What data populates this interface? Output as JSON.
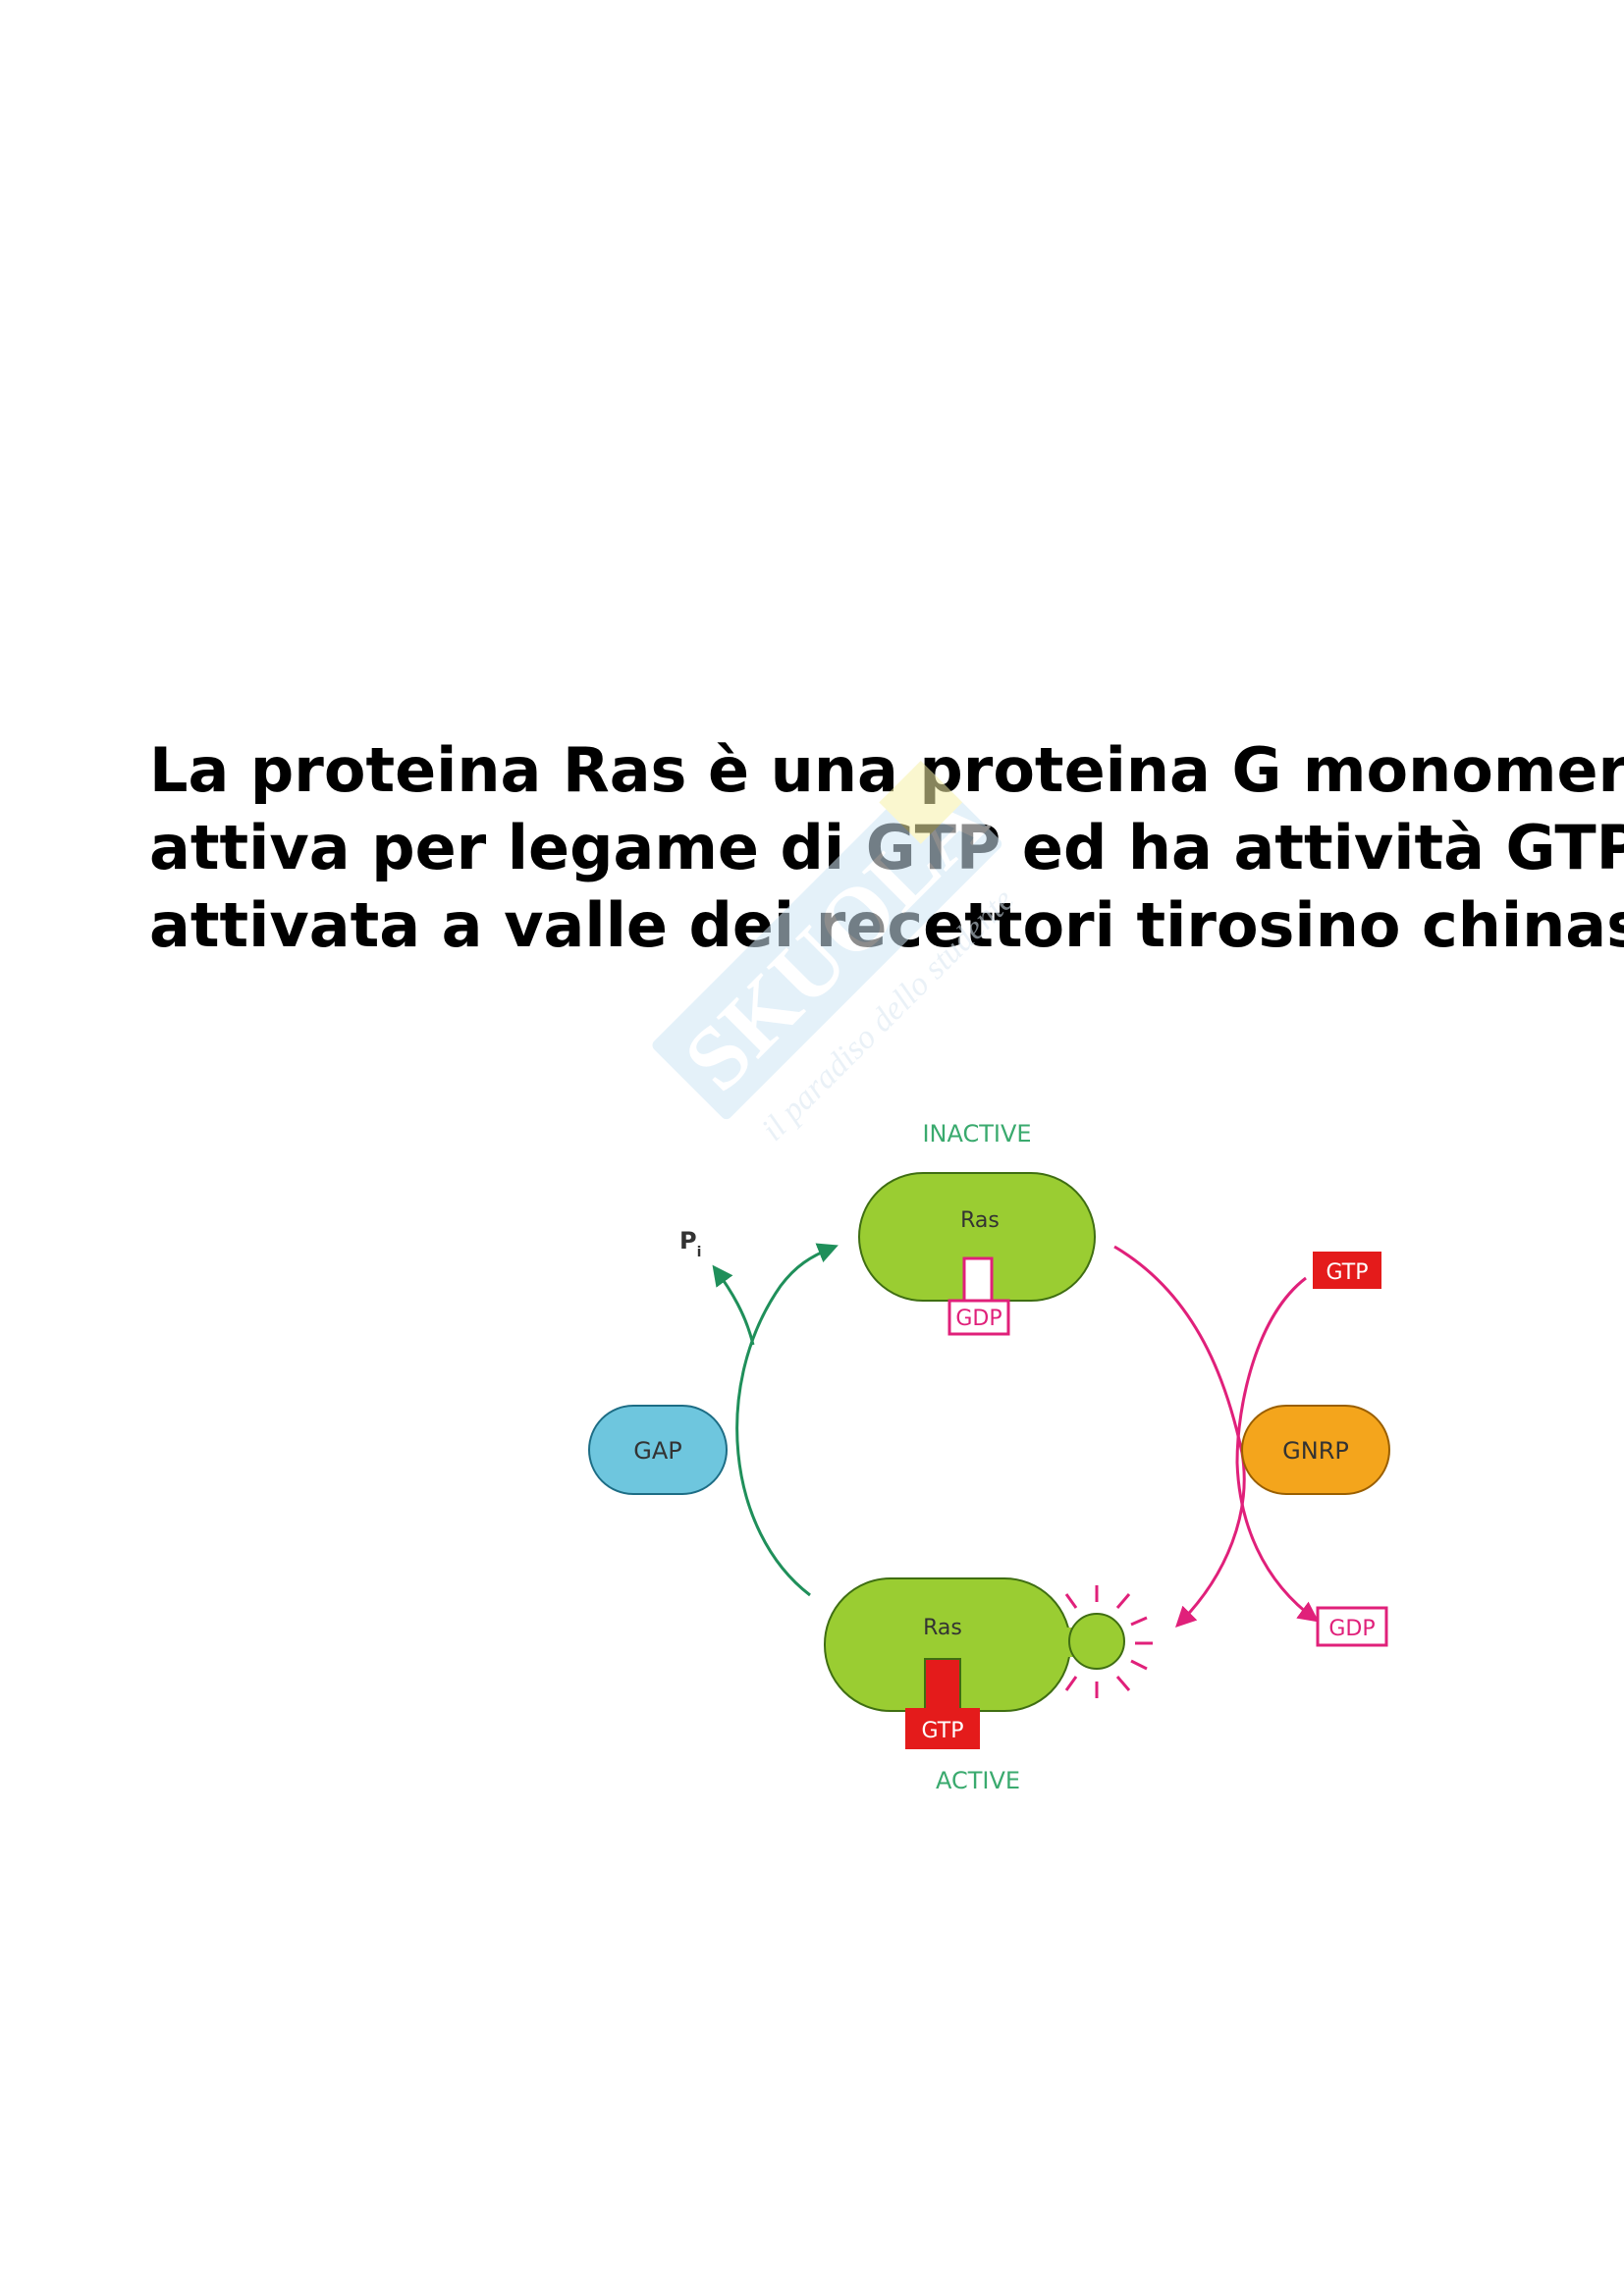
{
  "heading": {
    "line1": "La proteina Ras è una proteina G monomerica,",
    "line2": "attiva per legame di GTP ed ha attività GTPas",
    "line3": "attivata a valle dei recettori tirosino chinasici"
  },
  "watermark": {
    "brand": "SKUOLA",
    "tagline": "il paradiso dello studente"
  },
  "diagram": {
    "inactive_label": "INACTIVE",
    "active_label": "ACTIVE",
    "ras_top": "Ras",
    "ras_bottom": "Ras",
    "gdp_bound": "GDP",
    "gtp_bound": "GTP",
    "pi_label": "P",
    "pi_subscript": "i",
    "gap_label": "GAP",
    "gnrp_label": "GNRP",
    "gtp_in": "GTP",
    "gdp_out": "GDP"
  },
  "colors": {
    "ras_green": "#9ACD32",
    "green_arrow": "#1F8F5A",
    "magenta_arrow": "#E0207A",
    "gap_blue": "#6EC6DE",
    "gnrp_orange": "#F4A51C",
    "gtp_red": "#E41B1B",
    "label_green": "#3AAA6E"
  }
}
